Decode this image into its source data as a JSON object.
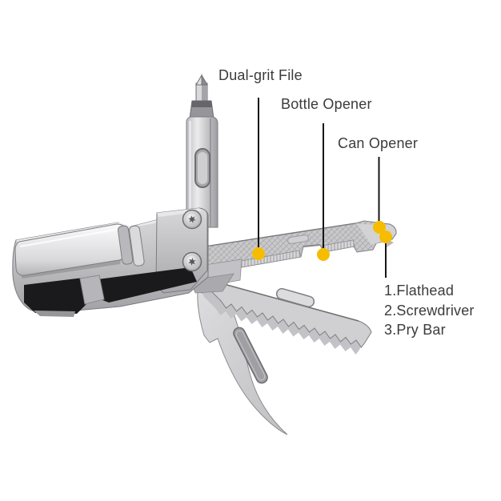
{
  "colors": {
    "background": "#ffffff",
    "label_text": "#3b3b3b",
    "callout_line": "#161616",
    "marker": "#f6bd00",
    "metal_light": "#e9e9eb",
    "metal_mid": "#c7c7c9",
    "metal_dark": "#7e7e82",
    "recess_black": "#1a1a1c"
  },
  "callouts": {
    "file": {
      "label": "Dual-grit File"
    },
    "bottle": {
      "label": "Bottle Opener"
    },
    "can": {
      "label": "Can Opener"
    },
    "tip_functions": {
      "items": [
        "1.Flathead",
        "2.Screwdriver",
        "3.Pry Bar"
      ]
    }
  }
}
